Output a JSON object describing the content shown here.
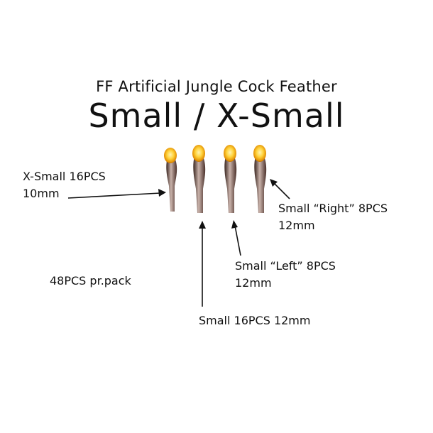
{
  "header": {
    "subtitle": "FF Artificial Jungle Cock Feather",
    "title": "Small / X-Small"
  },
  "labels": {
    "xsmall_line1": "X-Small 16PCS",
    "xsmall_line2": "10mm",
    "right_line1": "Small “Right” 8PCS",
    "right_line2": "12mm",
    "left_line1": "Small “Left” 8PCS",
    "left_line2": "12mm",
    "small": "Small 16PCS 12mm",
    "pack": "48PCS pr.pack"
  },
  "colors": {
    "text": "#111111",
    "feather_tip": "#f2a400",
    "feather_core": "#ffe27a",
    "feather_stem": "#5a3d33"
  }
}
